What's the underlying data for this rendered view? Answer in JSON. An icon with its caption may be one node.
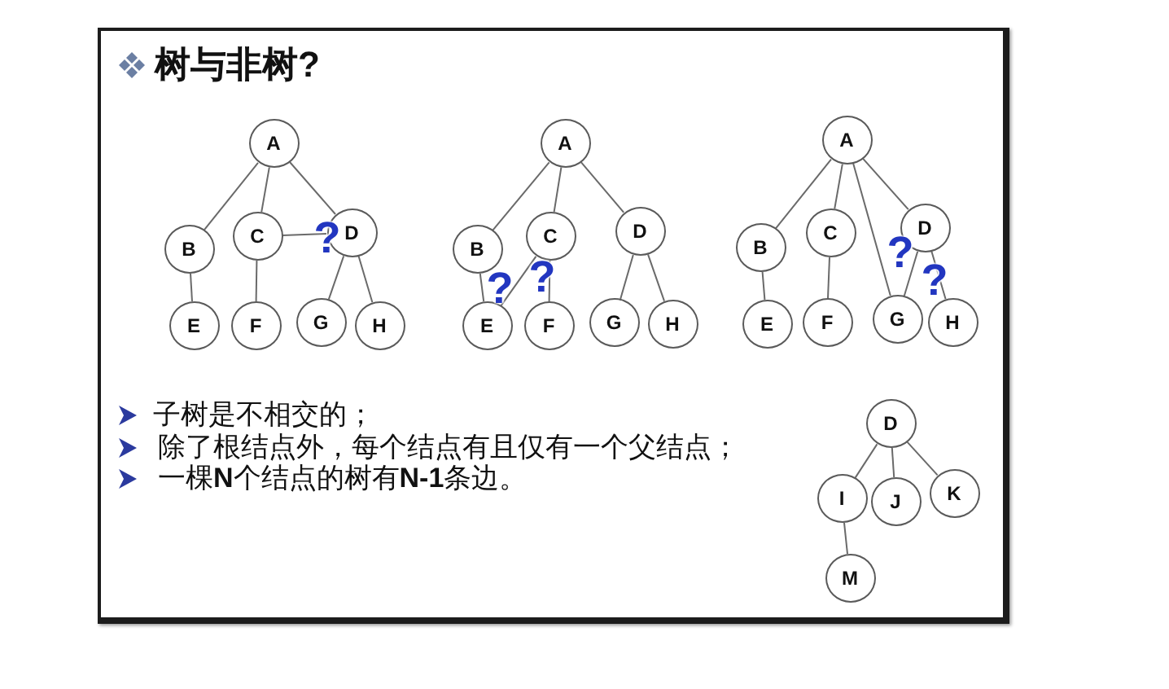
{
  "diagram": {
    "title": "树与非树?",
    "nodes": [
      {
        "text": [
          "A"
        ]
      },
      {
        "text": [
          "B"
        ]
      },
      {
        "text": [
          "C"
        ]
      },
      {
        "text": [
          "D"
        ]
      },
      {
        "text": [
          "E"
        ]
      },
      {
        "text": [
          "F"
        ]
      },
      {
        "text": [
          "G"
        ]
      },
      {
        "text": [
          "H"
        ]
      },
      {
        "text": [
          "A"
        ]
      },
      {
        "text": [
          "B"
        ]
      },
      {
        "text": [
          "C"
        ]
      },
      {
        "text": [
          "D"
        ]
      },
      {
        "text": [
          "E"
        ]
      },
      {
        "text": [
          "F"
        ]
      },
      {
        "text": [
          "G"
        ]
      },
      {
        "text": [
          "H"
        ]
      },
      {
        "text": [
          "A"
        ]
      },
      {
        "text": [
          "B"
        ]
      },
      {
        "text": [
          "C"
        ]
      },
      {
        "text": [
          "D"
        ]
      },
      {
        "text": [
          "E"
        ]
      },
      {
        "text": [
          "F"
        ]
      },
      {
        "text": [
          "G"
        ]
      },
      {
        "text": [
          "H"
        ]
      },
      {
        "text": [
          "D"
        ]
      },
      {
        "text": [
          "I"
        ]
      },
      {
        "text": [
          "J"
        ]
      },
      {
        "text": [
          "K"
        ]
      },
      {
        "text": [
          "M"
        ]
      }
    ],
    "edges": [
      {
        "from": 0,
        "to": 1,
        "arrow": "none"
      },
      {
        "from": 0,
        "to": 2,
        "arrow": "none"
      },
      {
        "from": 0,
        "to": 3,
        "arrow": "none"
      },
      {
        "from": 1,
        "to": 4,
        "arrow": "none"
      },
      {
        "from": 2,
        "to": 5,
        "arrow": "none"
      },
      {
        "from": 2,
        "to": 3,
        "arrow": "none"
      },
      {
        "from": 3,
        "to": 6,
        "arrow": "none"
      },
      {
        "from": 3,
        "to": 7,
        "arrow": "none"
      },
      {
        "from": 8,
        "to": 9,
        "arrow": "none"
      },
      {
        "from": 8,
        "to": 10,
        "arrow": "none"
      },
      {
        "from": 8,
        "to": 11,
        "arrow": "none"
      },
      {
        "from": 9,
        "to": 12,
        "arrow": "none"
      },
      {
        "from": 10,
        "to": 12,
        "arrow": "none"
      },
      {
        "from": 10,
        "to": 13,
        "arrow": "none"
      },
      {
        "from": 11,
        "to": 14,
        "arrow": "none"
      },
      {
        "from": 11,
        "to": 15,
        "arrow": "none"
      },
      {
        "from": 16,
        "to": 17,
        "arrow": "none"
      },
      {
        "from": 16,
        "to": 18,
        "arrow": "none"
      },
      {
        "from": 16,
        "to": 22,
        "arrow": "none"
      },
      {
        "from": 16,
        "to": 19,
        "arrow": "none"
      },
      {
        "from": 17,
        "to": 20,
        "arrow": "none"
      },
      {
        "from": 18,
        "to": 21,
        "arrow": "none"
      },
      {
        "from": 19,
        "to": 22,
        "arrow": "none"
      },
      {
        "from": 19,
        "to": 23,
        "arrow": "none"
      },
      {
        "from": 24,
        "to": 25,
        "arrow": "none"
      },
      {
        "from": 24,
        "to": 26,
        "arrow": "none"
      },
      {
        "from": 24,
        "to": 27,
        "arrow": "none"
      },
      {
        "from": 25,
        "to": 28,
        "arrow": "none"
      }
    ],
    "labels": [
      "?",
      "?",
      "?",
      "?",
      "?",
      "子树是不相交的；",
      "除了根结点外，每个结点有且仅有一个父结点；",
      "一棵**N**个结点的树有**N-1**条边。"
    ]
  }
}
